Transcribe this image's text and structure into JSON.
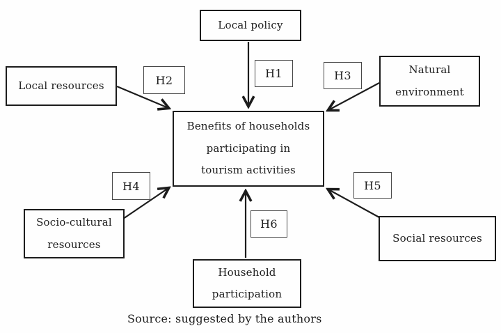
{
  "diagram": {
    "caption": "Source: suggested by the authors",
    "colors": {
      "box_border": "#1c1c1c",
      "hypothesis_box_border": "#474747",
      "arrow": "#1c1c1c",
      "text": "#1d1d1d",
      "background": "#fefefe"
    },
    "nodes": [
      {
        "id": "local-policy",
        "lines": [
          "Local policy"
        ]
      },
      {
        "id": "local-resources",
        "lines": [
          "Local resources"
        ]
      },
      {
        "id": "natural-environment",
        "lines": [
          "Natural",
          "environment"
        ]
      },
      {
        "id": "benefits",
        "lines": [
          "Benefits of households",
          "participating in",
          "tourism activities"
        ]
      },
      {
        "id": "socio-cultural-resources",
        "lines": [
          "Socio-cultural",
          "resources"
        ]
      },
      {
        "id": "social-resources",
        "lines": [
          "Social resources"
        ]
      },
      {
        "id": "household-participation",
        "lines": [
          "Household",
          "participation"
        ]
      }
    ],
    "hypotheses": [
      {
        "label": "H1",
        "from": "local-policy",
        "to": "benefits"
      },
      {
        "label": "H2",
        "from": "local-resources",
        "to": "benefits"
      },
      {
        "label": "H3",
        "from": "natural-environment",
        "to": "benefits"
      },
      {
        "label": "H4",
        "from": "socio-cultural-resources",
        "to": "benefits"
      },
      {
        "label": "H5",
        "from": "social-resources",
        "to": "benefits"
      },
      {
        "label": "H6",
        "from": "household-participation",
        "to": "benefits"
      }
    ]
  }
}
